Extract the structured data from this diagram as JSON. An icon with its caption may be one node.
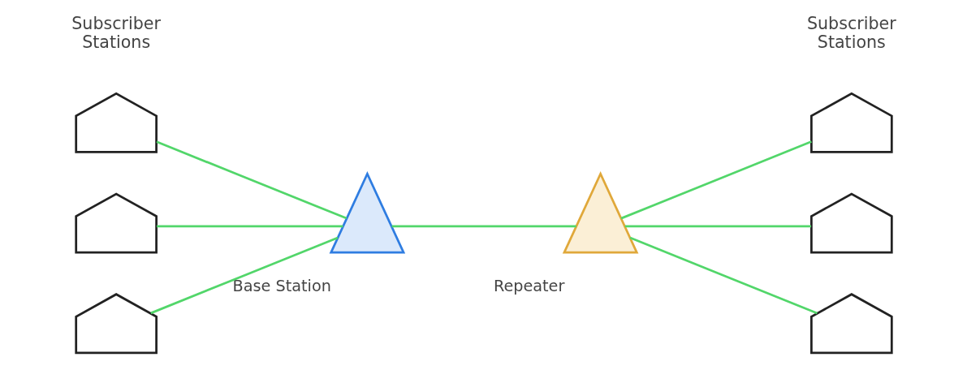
{
  "diagram": {
    "nodes": [
      {
        "text": [],
        "shape": "house"
      },
      {
        "text": [],
        "shape": "house"
      },
      {
        "text": [],
        "shape": "house"
      },
      {
        "text": [],
        "shape": "tower",
        "beside": [
          "Base Station"
        ]
      },
      {
        "text": [],
        "shape": "tower",
        "beside": [
          "Repeater"
        ]
      },
      {
        "text": [],
        "shape": "house"
      },
      {
        "text": [],
        "shape": "house"
      },
      {
        "text": [],
        "shape": "house"
      }
    ],
    "edges": [
      {
        "from": 0,
        "to": 3,
        "arrow": "none"
      },
      {
        "from": 1,
        "to": 3,
        "arrow": "none"
      },
      {
        "from": 2,
        "to": 3,
        "arrow": "none"
      },
      {
        "from": 3,
        "to": 4,
        "arrow": "none"
      },
      {
        "from": 4,
        "to": 5,
        "arrow": "none"
      },
      {
        "from": 4,
        "to": 6,
        "arrow": "none"
      },
      {
        "from": 4,
        "to": 7,
        "arrow": "none"
      }
    ],
    "labels": [
      "Subscriber Stations",
      "Subscriber Stations"
    ]
  }
}
